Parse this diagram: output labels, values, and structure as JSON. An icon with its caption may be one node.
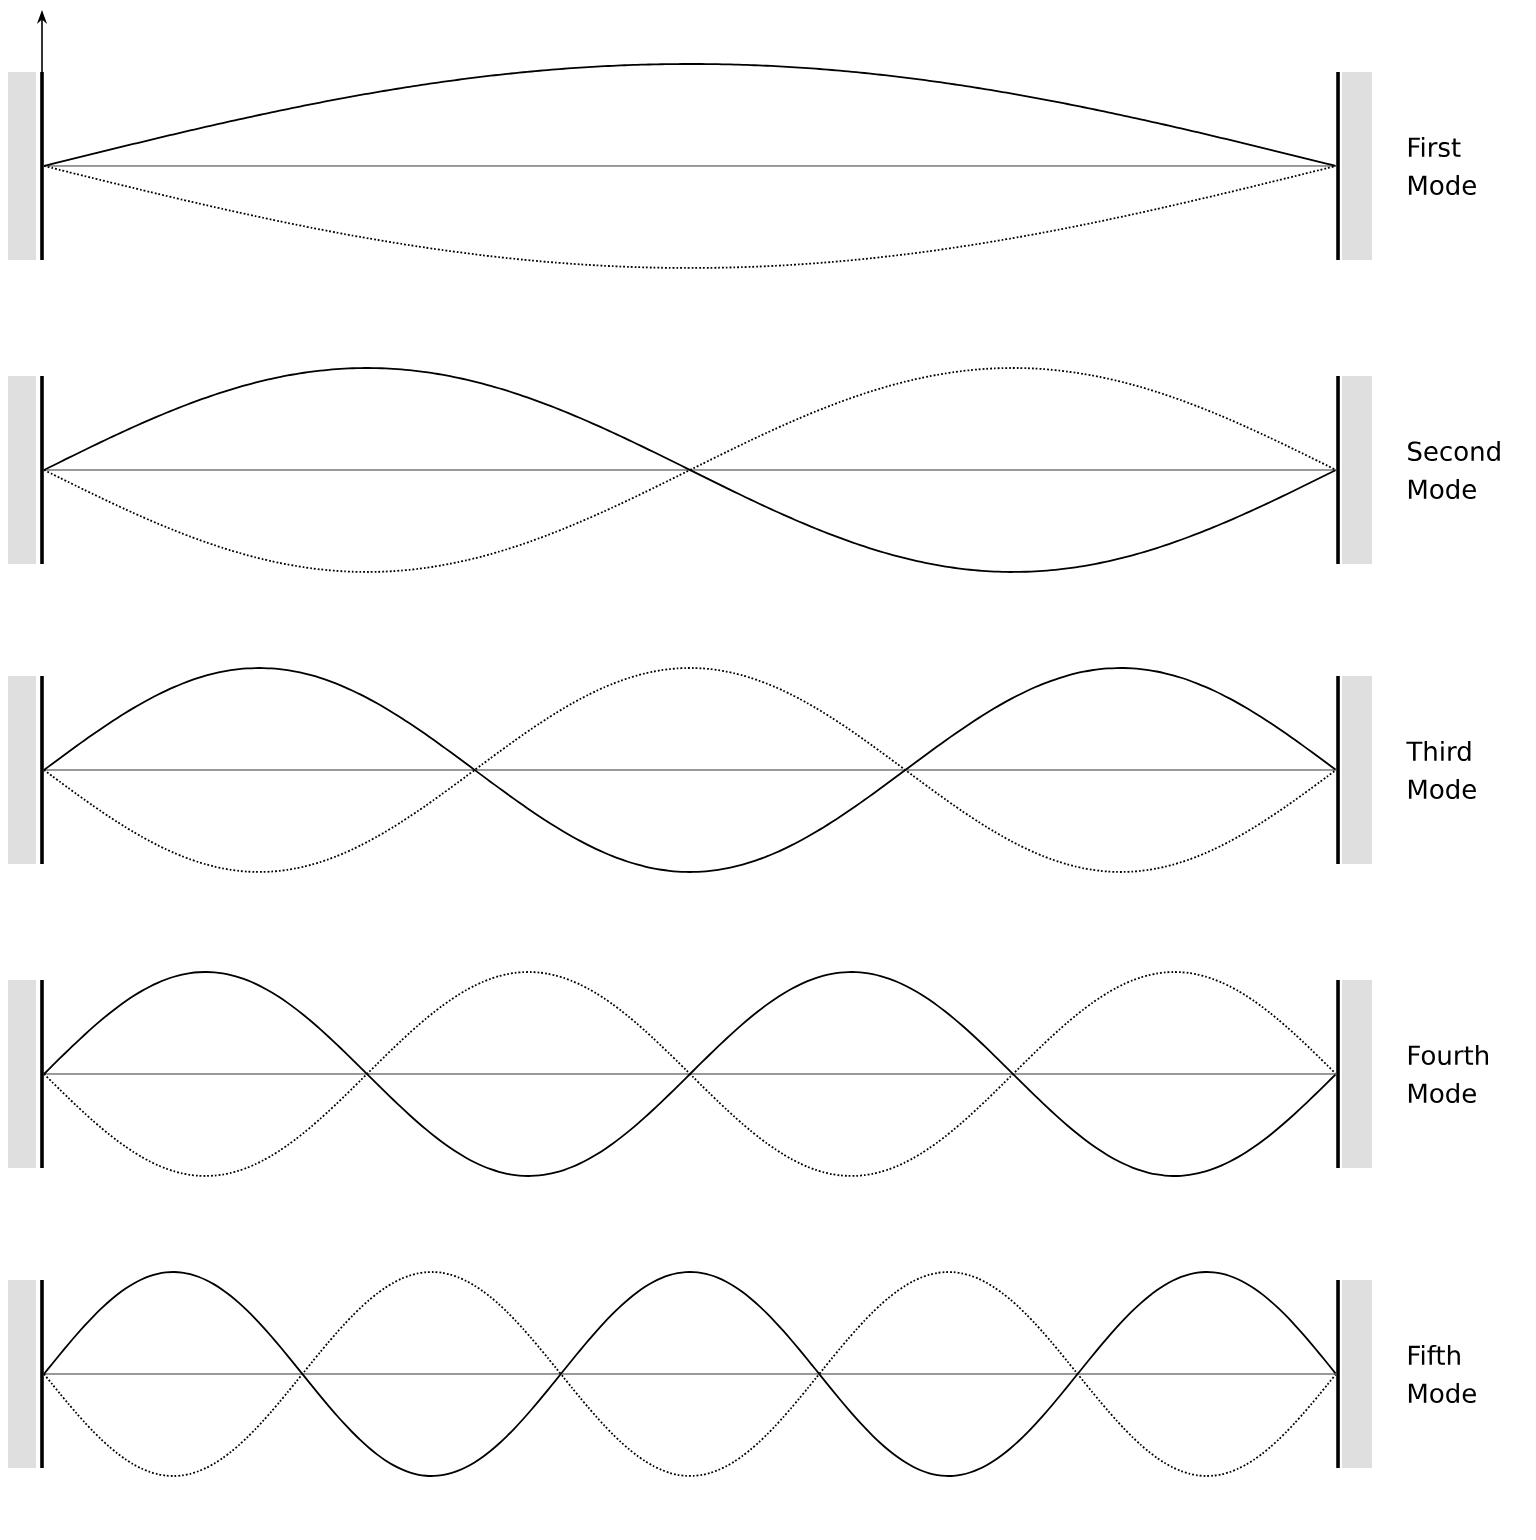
{
  "diagram": {
    "labels": [
      "First Mode",
      "Second Mode",
      "Third Mode",
      "Fourth Mode",
      "Fifth Mode"
    ]
  }
}
